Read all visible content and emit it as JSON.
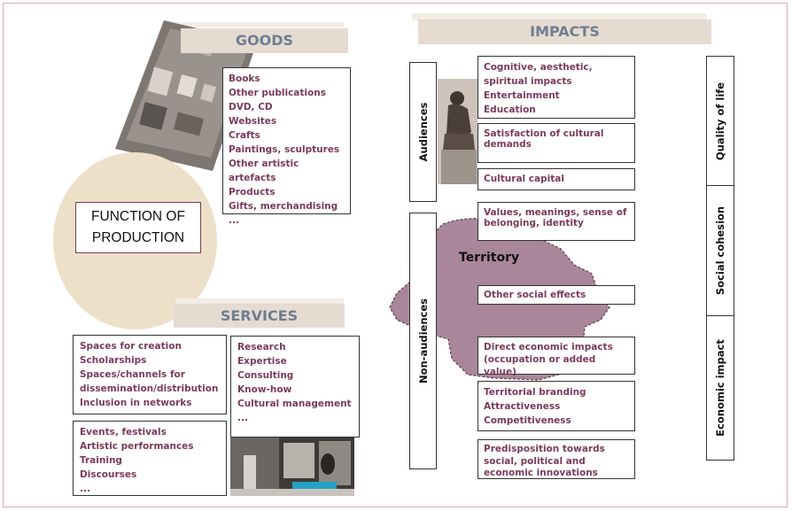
{
  "goods": {
    "header": "GOODS",
    "items": [
      "Books",
      "Other publications",
      "DVD, CD",
      "Websites",
      "Crafts",
      "Paintings,  sculptures",
      "Other artistic artefacts",
      "Products",
      "Gifts, merchandising",
      "..."
    ]
  },
  "function_of_production": "FUNCTION OF\nPRODUCTION",
  "services": {
    "header": "SERVICES",
    "box1": [
      "Spaces for creation",
      "Scholarships",
      "Spaces/channels  for",
      "dissemination/distribution",
      "Inclusion  in networks"
    ],
    "box2": [
      "Research",
      "Expertise",
      "Consulting",
      "Know-how",
      "Cultural management",
      "..."
    ],
    "box3": [
      "Events, festivals",
      "Artistic performances",
      "Training",
      "Discourses",
      "..."
    ]
  },
  "impacts": {
    "header": "IMPACTS",
    "audiences_label": "Audiences",
    "non_audiences_label": "Non-audiences",
    "territory_label": "Territory",
    "boxes": [
      "Cognitive, aesthetic,\nspiritual impacts\nEntertainment\nEducation",
      "Satisfaction  of cultural\ndemands",
      "Cultural capital",
      "Values, meanings, sense of\nbelonging, identity",
      "Other social effects",
      "Direct economic impacts\n(occupation or added value)",
      "Territorial branding\nAttractiveness\nCompetitiveness",
      "Predisposition towards\nsocial, political and\neconomic innovations"
    ],
    "outcomes": [
      "Quality of life",
      "Social cohesion",
      "Economic impact"
    ]
  },
  "colors": {
    "accent_text": "#7b3b5a",
    "header_bg": "#e6dbd0",
    "header_text": "#6d7e92",
    "circle": "#ede0c9",
    "territory": "#a9869a"
  }
}
